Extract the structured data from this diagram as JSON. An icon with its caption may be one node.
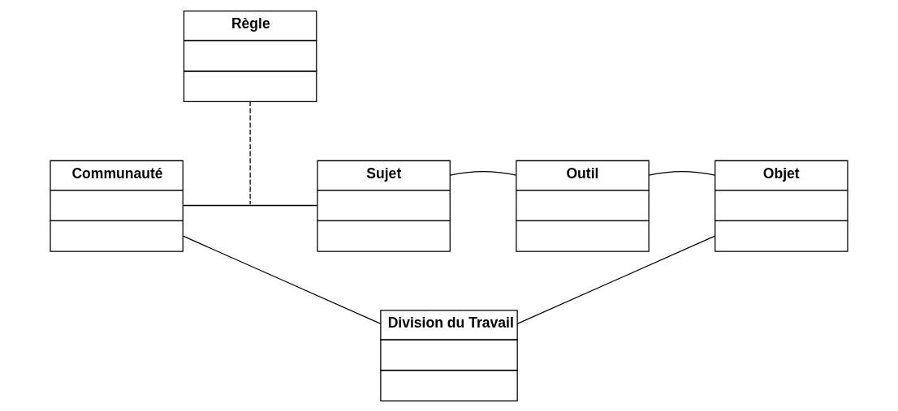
{
  "diagram": {
    "nodes": [
      {
        "text": [
          "Règle"
        ]
      },
      {
        "text": [
          "Communauté"
        ]
      },
      {
        "text": [
          "Sujet"
        ]
      },
      {
        "text": [
          "Outil"
        ]
      },
      {
        "text": [
          "Objet"
        ]
      },
      {
        "text": [
          "Division du Travail"
        ]
      }
    ],
    "edges": [
      {
        "from": 1,
        "to": 2,
        "arrow": "none"
      },
      {
        "from": 0,
        "to": null,
        "arrow": "none",
        "style": "dashed"
      },
      {
        "from": 2,
        "to": 3,
        "arrow": "none"
      },
      {
        "from": 3,
        "to": 4,
        "arrow": "none"
      },
      {
        "from": 1,
        "to": 5,
        "arrow": "none"
      },
      {
        "from": 4,
        "to": 5,
        "arrow": "none"
      }
    ]
  }
}
